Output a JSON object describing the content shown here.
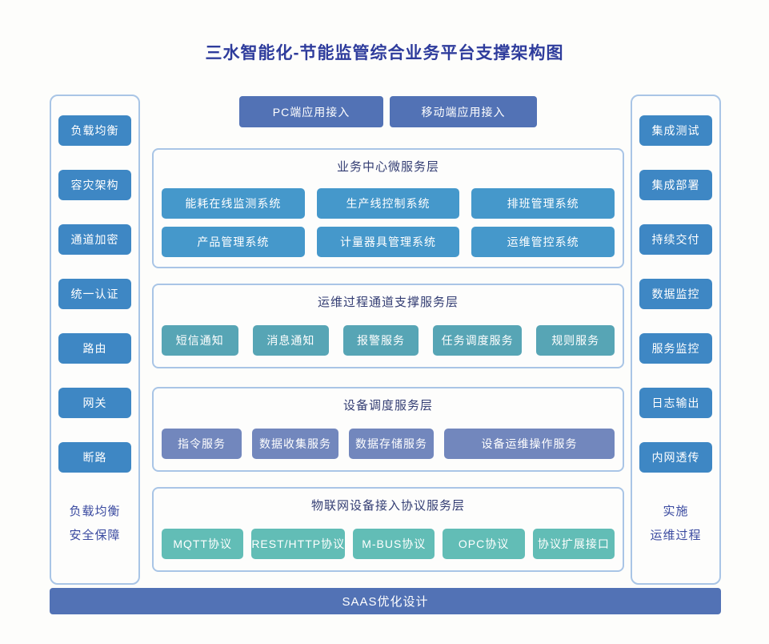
{
  "title": "三水智能化-节能监管综合业务平台支撑架构图",
  "colors": {
    "page_bg": "#fdfdfb",
    "panel_bg": "#fdfdfc",
    "panel_border": "#a9c5e6",
    "title_text": "#2e3c9c",
    "header_text": "#333d73",
    "caption_text": "#3a4aa0",
    "sidebar_btn": "#3e87c4",
    "primary_btn": "#5272b5",
    "s1_btn": "#4598cb",
    "s2_btn": "#57a5b5",
    "s3_btn": "#7287bd",
    "s4_btn": "#62bdb6"
  },
  "top_buttons": {
    "pc": "PC端应用接入",
    "mobile": "移动端应用接入"
  },
  "left_panel": {
    "items": [
      "负载均衡",
      "容灾架构",
      "通道加密",
      "统一认证",
      "路由",
      "网关",
      "断路"
    ],
    "caption_line1": "负载均衡",
    "caption_line2": "安全保障"
  },
  "right_panel": {
    "items": [
      "集成测试",
      "集成部署",
      "持续交付",
      "数据监控",
      "服务监控",
      "日志输出",
      "内网透传"
    ],
    "caption_line1": "实施",
    "caption_line2": "运维过程"
  },
  "sections": [
    {
      "title": "业务中心微服务层",
      "items": [
        "能耗在线监测系统",
        "生产线控制系统",
        "排班管理系统",
        "产品管理系统",
        "计量器具管理系统",
        "运维管控系统"
      ]
    },
    {
      "title": "运维过程通道支撑服务层",
      "items": [
        "短信通知",
        "消息通知",
        "报警服务",
        "任务调度服务",
        "规则服务"
      ]
    },
    {
      "title": "设备调度服务层",
      "items": [
        "指令服务",
        "数据收集服务",
        "数据存储服务",
        "设备运维操作服务"
      ]
    },
    {
      "title": "物联网设备接入协议服务层",
      "items": [
        "MQTT协议",
        "REST/HTTP协议",
        "M-BUS协议",
        "OPC协议",
        "协议扩展接口"
      ]
    }
  ],
  "bottom_bar": {
    "label": "SAAS优化设计"
  }
}
